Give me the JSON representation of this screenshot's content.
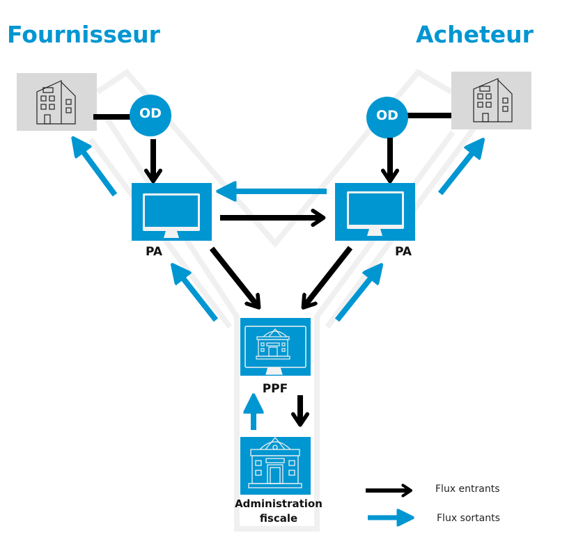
{
  "titles": {
    "supplier": "Fournisseur",
    "buyer": "Acheteur"
  },
  "nodes": {
    "supplier_company": {
      "icon": "office-building-icon"
    },
    "buyer_company": {
      "icon": "office-building-icon"
    },
    "supplier_od": {
      "label": "OD"
    },
    "buyer_od": {
      "label": "OD"
    },
    "supplier_pa": {
      "label": "PA",
      "icon": "monitor-icon"
    },
    "buyer_pa": {
      "label": "PA",
      "icon": "monitor-icon"
    },
    "ppf": {
      "label": "PPF",
      "icon": "monitor-government-building-icon"
    },
    "admin": {
      "label_line1": "Administration",
      "label_line2": "fiscale",
      "icon": "government-building-icon"
    }
  },
  "legend": {
    "incoming": "Flux entrants",
    "outgoing": "Flux sortants"
  },
  "colors": {
    "accent": "#0096d1",
    "incoming": "#000000",
    "outgoing": "#0096d1",
    "company_bg": "#d9d9d9",
    "outline": "#f0f0f0"
  }
}
